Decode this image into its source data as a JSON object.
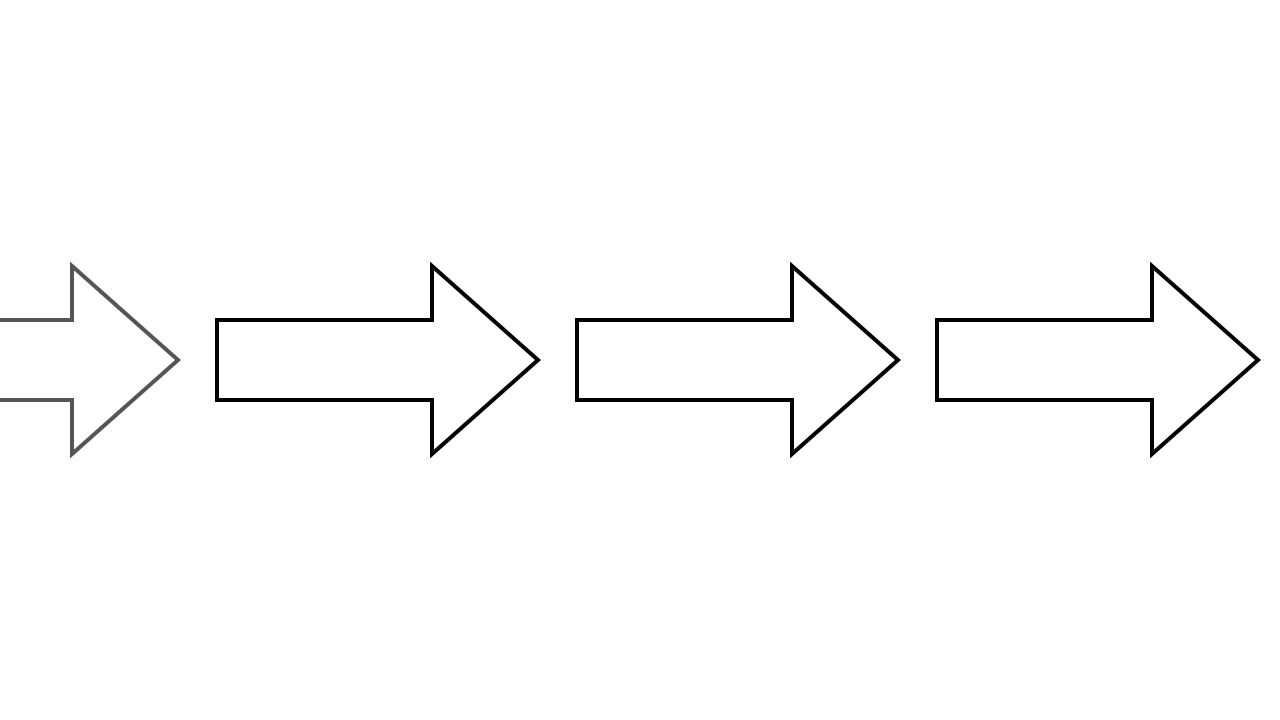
{
  "diagram": {
    "background_color": "#ffffff",
    "arrows": [
      {
        "icon": "arrow-right-outline",
        "stroke_color": "#555555",
        "partially_visible": true
      },
      {
        "icon": "arrow-right-outline",
        "stroke_color": "#000000"
      },
      {
        "icon": "arrow-right-outline",
        "stroke_color": "#000000"
      },
      {
        "icon": "arrow-right-outline",
        "stroke_color": "#000000"
      }
    ]
  }
}
